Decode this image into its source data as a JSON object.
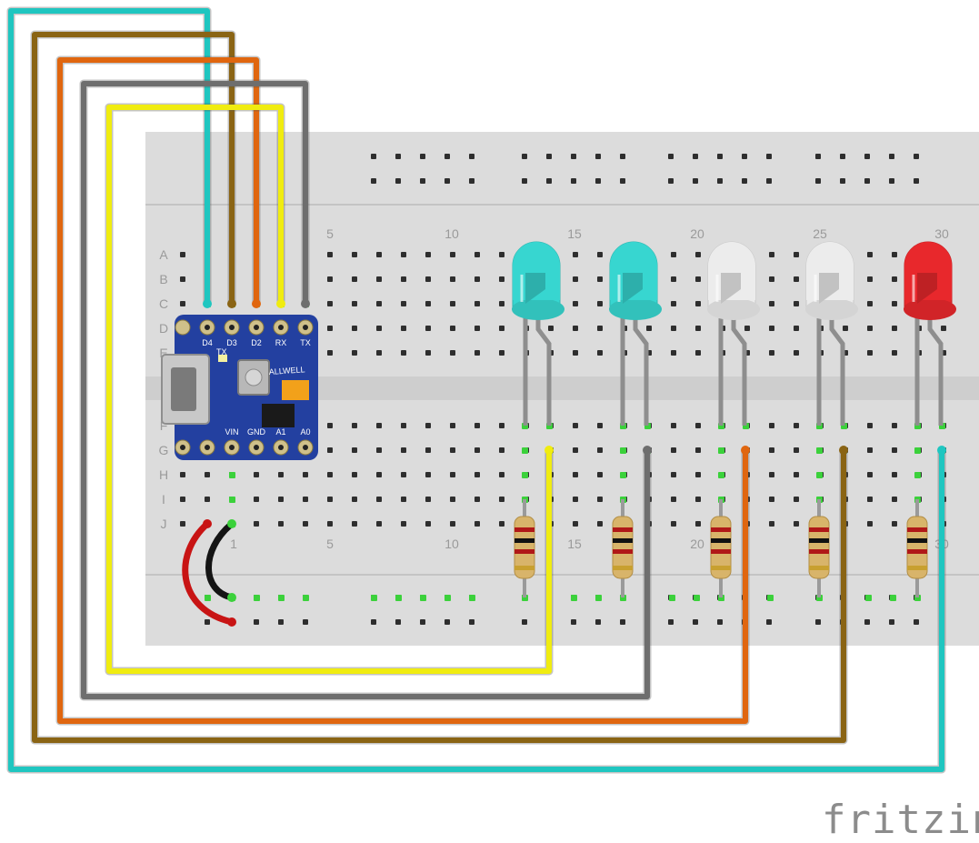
{
  "breadboard": {
    "column_numbers": [
      "5",
      "10",
      "15",
      "20",
      "25",
      "30"
    ],
    "rows_top": [
      "A",
      "B",
      "C",
      "D",
      "E"
    ],
    "rows_bottom": [
      "F",
      "G",
      "H",
      "I",
      "J"
    ],
    "bottom_column_numbers": [
      "1",
      "5",
      "10",
      "15",
      "20",
      "30"
    ]
  },
  "board": {
    "top_pins": [
      "D4",
      "D3",
      "D2",
      "RX",
      "TX"
    ],
    "bottom_pins": [
      "VIN",
      "GND",
      "A1",
      "A0"
    ],
    "marks": [
      "TX",
      "ALLWELL"
    ]
  },
  "leds": [
    {
      "color": "#37d6d0",
      "name": "cyan"
    },
    {
      "color": "#37d6d0",
      "name": "cyan"
    },
    {
      "color": "#ececec",
      "name": "white"
    },
    {
      "color": "#ececec",
      "name": "white"
    },
    {
      "color": "#e8282c",
      "name": "red"
    }
  ],
  "wire_colors": {
    "cyan": "#1fc6c0",
    "brown": "#8a6414",
    "orange": "#e0660f",
    "gray": "#6e6e6e",
    "yellow": "#f0ec10",
    "red": "#c81414",
    "black": "#141414"
  },
  "logo": {
    "text": "fritzing"
  }
}
